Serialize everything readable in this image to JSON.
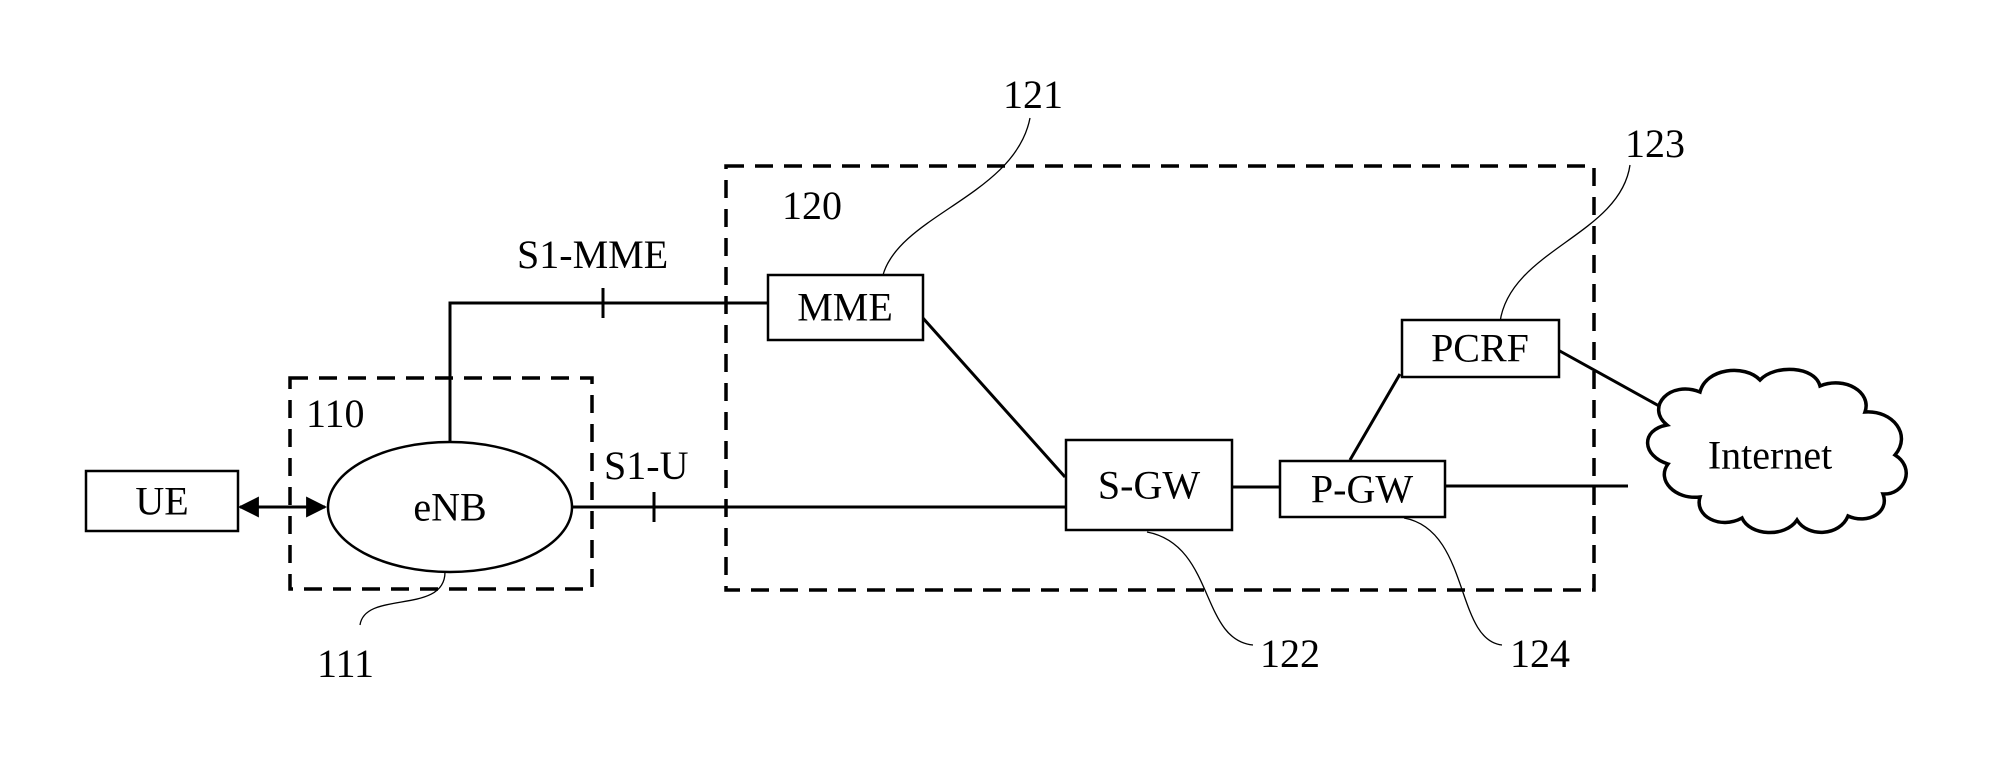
{
  "nodes": {
    "ue": "UE",
    "enb": "eNB",
    "mme": "MME",
    "sgw": "S-GW",
    "pgw": "P-GW",
    "pcrf": "PCRF",
    "internet": "Internet"
  },
  "interfaces": {
    "s1_mme": "S1-MME",
    "s1_u": "S1-U"
  },
  "references": {
    "r110": "110",
    "r111": "111",
    "r120": "120",
    "r121": "121",
    "r122": "122",
    "r123": "123",
    "r124": "124"
  },
  "colors": {
    "stroke": "#000000",
    "background": "#ffffff"
  }
}
